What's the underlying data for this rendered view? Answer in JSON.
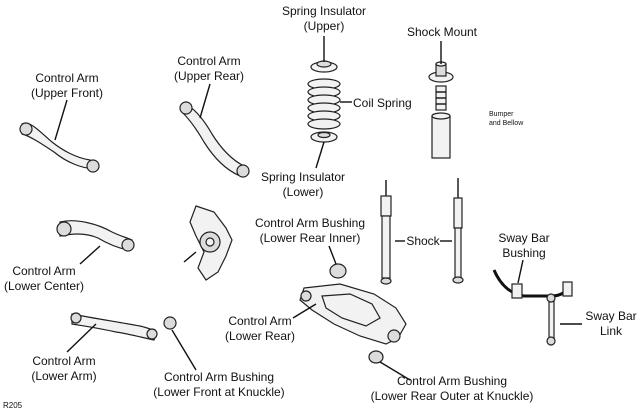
{
  "labels": {
    "spring_insulator_upper": [
      "Spring Insulator",
      "(Upper)"
    ],
    "shock_mount": "Shock Mount",
    "control_arm_upper_rear": [
      "Control Arm",
      "(Upper Rear)"
    ],
    "control_arm_upper_front": [
      "Control Arm",
      "(Upper Front)"
    ],
    "coil_spring": "Coil Spring",
    "bumper_bellow": [
      "Bumper",
      "and Bellow"
    ],
    "spring_insulator_lower": [
      "Spring Insulator",
      "(Lower)"
    ],
    "control_arm_bushing_lower_rear_inner": [
      "Control Arm Bushing",
      "(Lower Rear Inner)"
    ],
    "shock": "Shock",
    "sway_bar_bushing": [
      "Sway Bar",
      "Bushing"
    ],
    "control_arm_lower_center": [
      "Control Arm",
      "(Lower Center)"
    ],
    "control_arm_lower_rear": [
      "Control Arm",
      "(Lower Rear)"
    ],
    "sway_bar_link": [
      "Sway Bar",
      "Link"
    ],
    "control_arm_lower_arm": [
      "Control Arm",
      "(Lower Arm)"
    ],
    "control_arm_bushing_lower_front_knuckle": [
      "Control Arm Bushing",
      "(Lower Front at Knuckle)"
    ],
    "control_arm_bushing_lower_rear_outer_knuckle": [
      "Control Arm Bushing",
      "(Lower Rear Outer at Knuckle)"
    ],
    "figure_code": "R205"
  }
}
